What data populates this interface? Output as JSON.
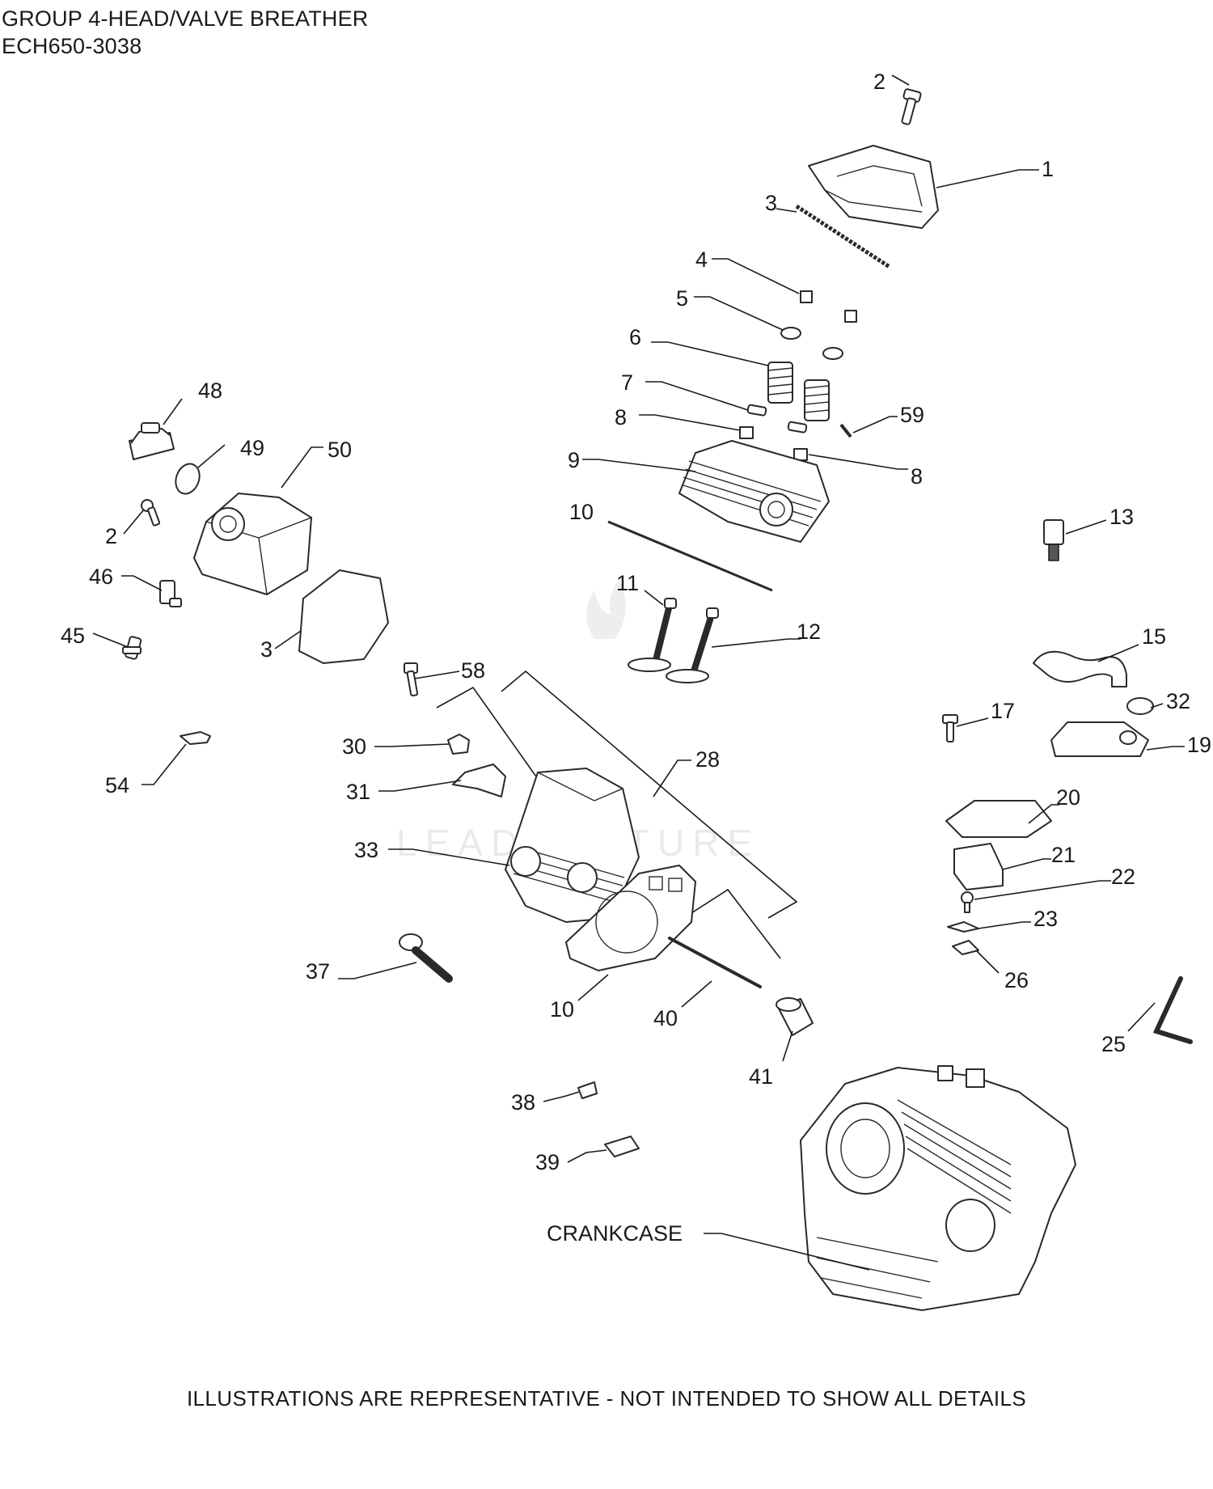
{
  "header": {
    "title": "GROUP 4-HEAD/VALVE BREATHER",
    "model": "ECH650-3038"
  },
  "footer": {
    "note": "ILLUSTRATIONS ARE REPRESENTATIVE - NOT INTENDED TO SHOW ALL DETAILS"
  },
  "watermark": {
    "text": "LEADVENTURE"
  },
  "callouts": {
    "c1": "1",
    "c2a": "2",
    "c2b": "2",
    "c3a": "3",
    "c3b": "3",
    "c4": "4",
    "c5": "5",
    "c6": "6",
    "c7": "7",
    "c8a": "8",
    "c8b": "8",
    "c9": "9",
    "c10a": "10",
    "c10b": "10",
    "c11": "11",
    "c12": "12",
    "c13": "13",
    "c15": "15",
    "c17": "17",
    "c19": "19",
    "c20": "20",
    "c21": "21",
    "c22": "22",
    "c23": "23",
    "c25": "25",
    "c26": "26",
    "c28": "28",
    "c30": "30",
    "c31": "31",
    "c32": "32",
    "c33": "33",
    "c37": "37",
    "c38": "38",
    "c39": "39",
    "c40": "40",
    "c41": "41",
    "c45": "45",
    "c46": "46",
    "c48": "48",
    "c49": "49",
    "c50": "50",
    "c54": "54",
    "c58": "58",
    "c59": "59",
    "crankcase": "CRANKCASE"
  }
}
